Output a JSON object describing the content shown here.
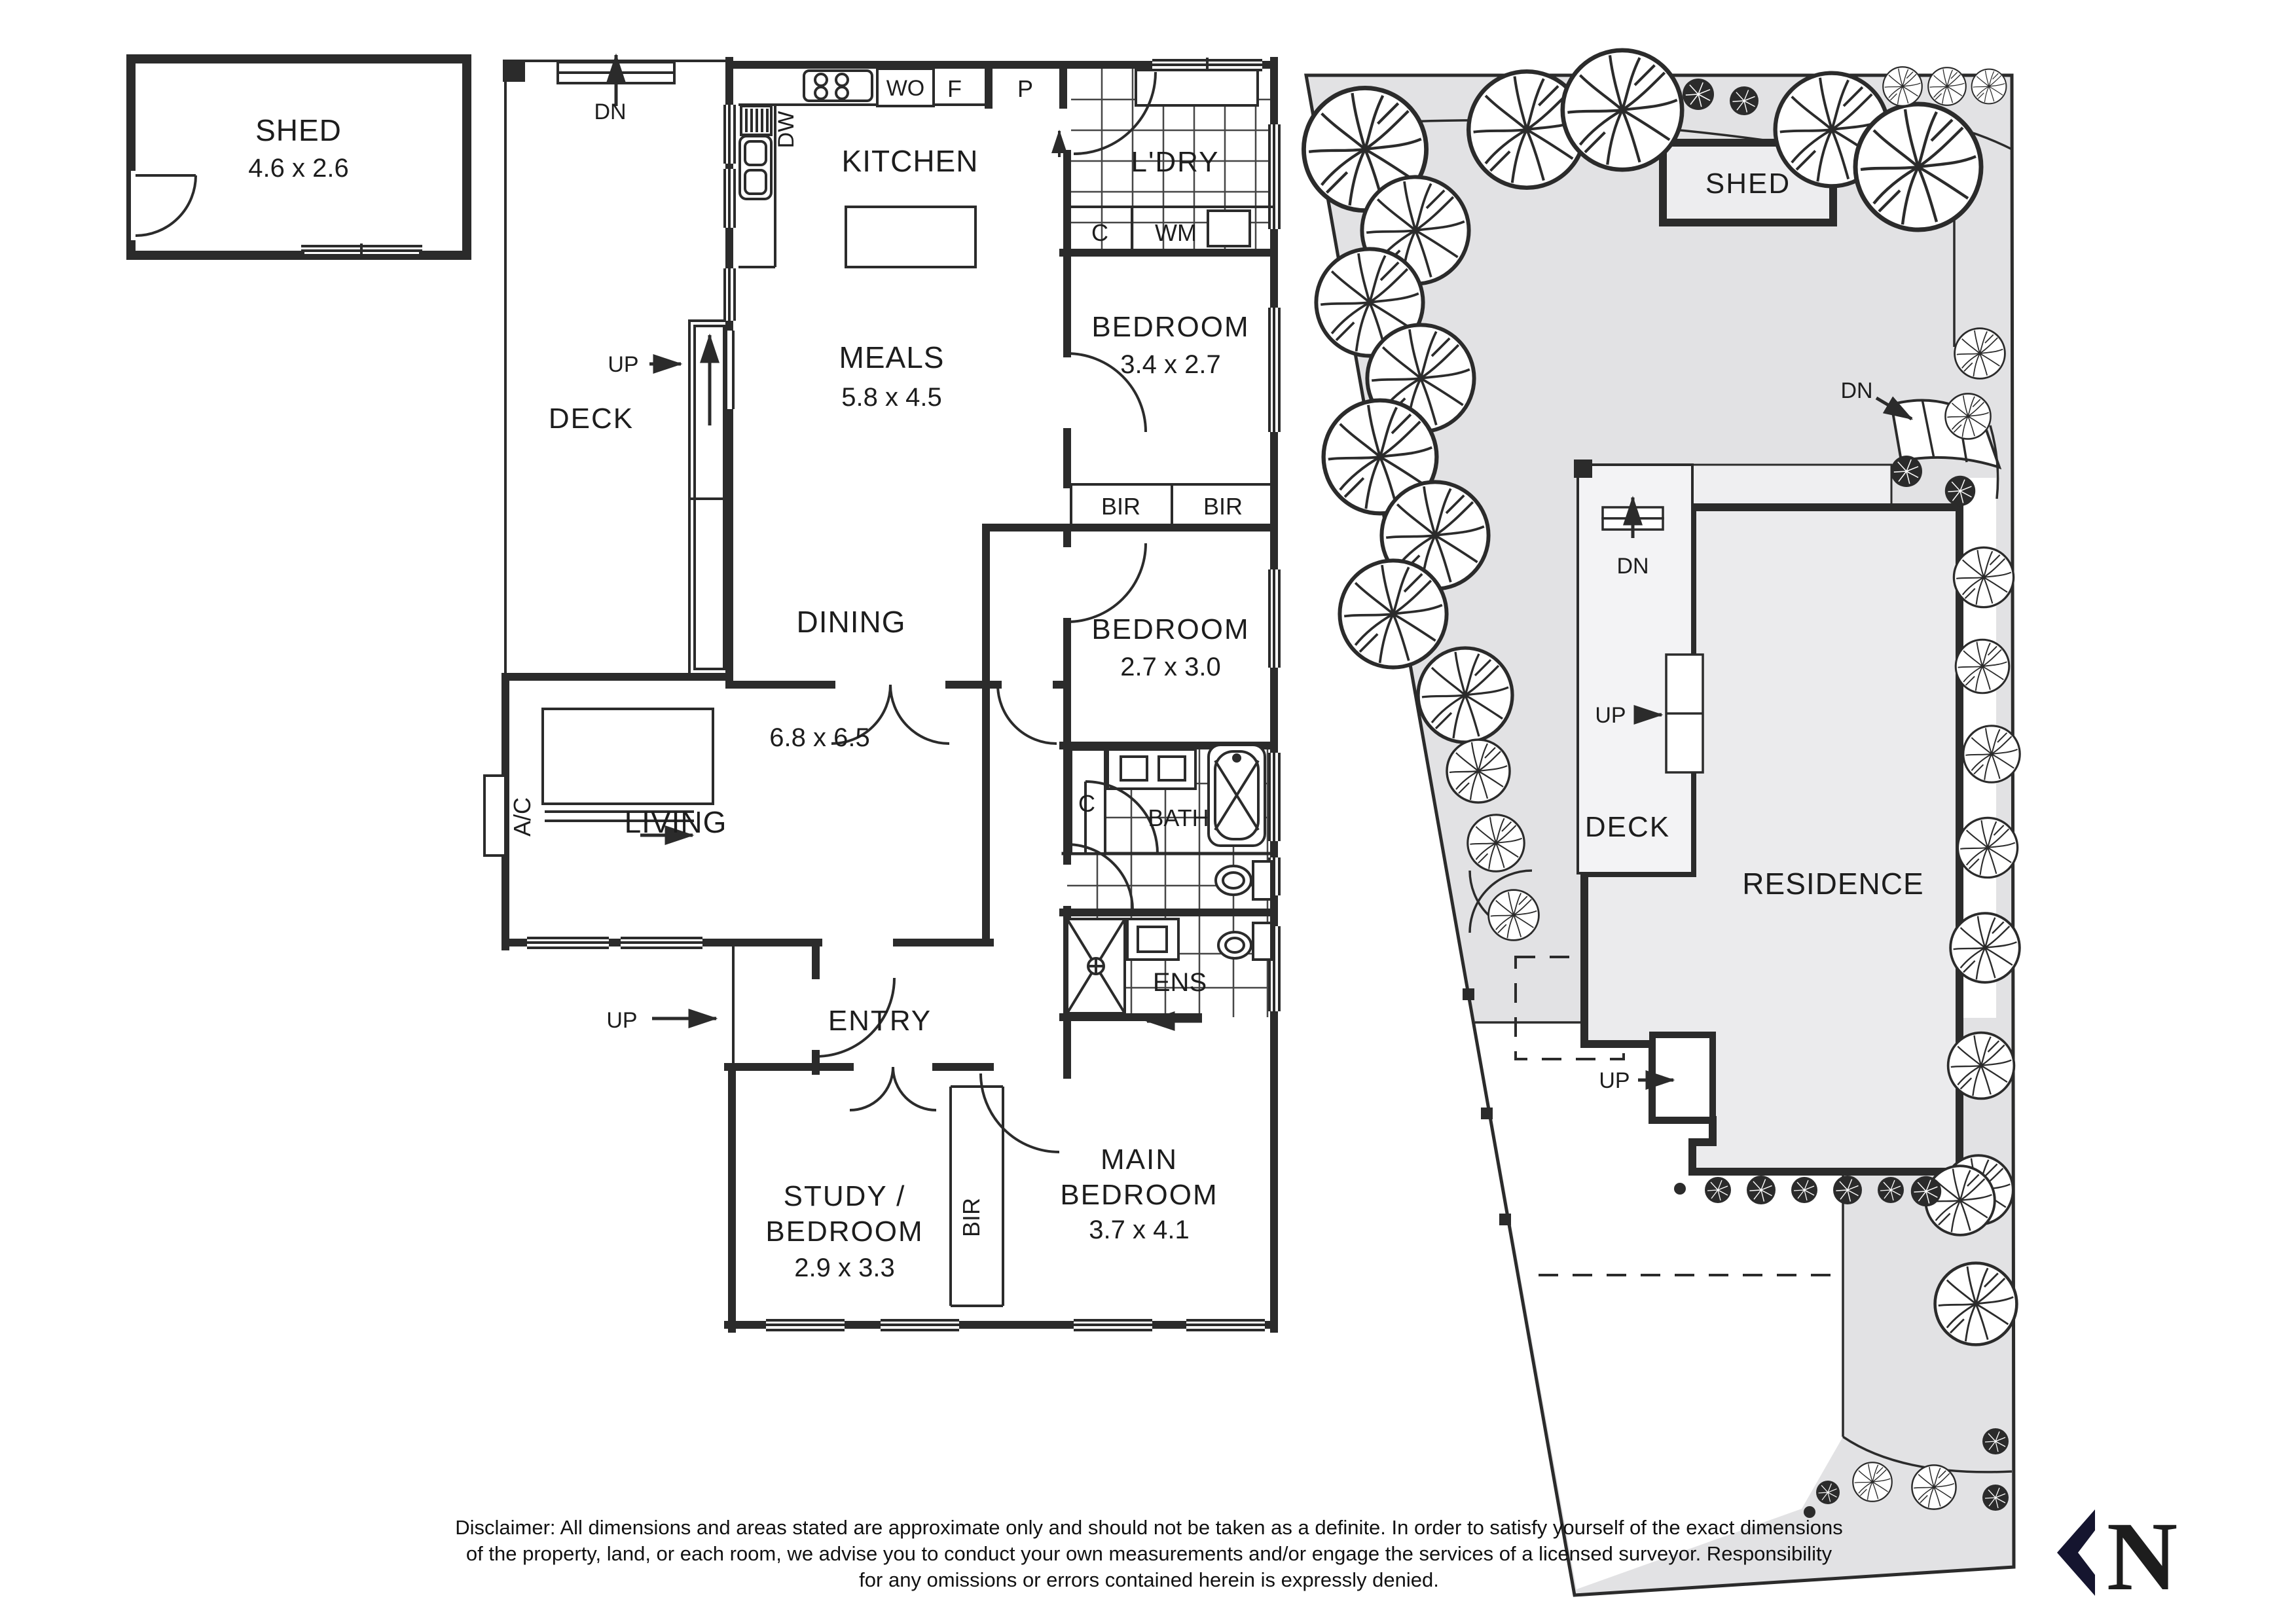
{
  "floor_plan": {
    "shed": {
      "label": "SHED",
      "dims": "4.6 x 2.6"
    },
    "labels": {
      "dn_deck": "DN",
      "kitchen": "KITCHEN",
      "wall_oven": "WO",
      "fridge": "F",
      "pantry": "P",
      "dishwasher": "DW",
      "laundry": "L'DRY",
      "cupboard": "C",
      "washing_machine": "WM",
      "bedroom2": "BEDROOM",
      "bedroom2_dims": "3.4 x 2.7",
      "up_deck": "UP",
      "deck": "DECK",
      "meals": "MEALS",
      "meals_dims": "5.8 x 4.5",
      "bir_left": "BIR",
      "bir_right": "BIR",
      "bedroom3": "BEDROOM",
      "bedroom3_dims": "2.7 x 3.0",
      "dining": "DINING",
      "living_dims": "6.8 x 6.5",
      "ac": "A/C",
      "living": "LIVING",
      "linen": "C",
      "bath": "BATH",
      "entry": "ENTRY",
      "up_entry": "UP",
      "ens": "ENS",
      "study_line1": "STUDY /",
      "study_line2": "BEDROOM",
      "study_dims": "2.9 x 3.3",
      "bir_study": "BIR",
      "main_line1": "MAIN",
      "main_line2": "BEDROOM",
      "main_dims": "3.7 x 4.1"
    }
  },
  "site_plan": {
    "labels": {
      "shed": "SHED",
      "dn_steps": "DN",
      "dn_deck": "DN",
      "up_deck": "UP",
      "deck": "DECK",
      "residence": "RESIDENCE",
      "up_porch": "UP"
    }
  },
  "compass": {
    "north": "N"
  },
  "disclaimer": {
    "line1": "Disclaimer: All dimensions and areas stated are approximate only and should not be taken as a definite. In order to satisfy yourself of the exact dimensions",
    "line2": "of the property, land, or each room, we advise you to conduct your own measurements and/or engage the services of a licensed surveyor. Responsibility",
    "line3": "for any omissions or errors contained herein is expressly denied."
  },
  "colors": {
    "line": "#2b2b2b",
    "yard": "#e2e2e4",
    "building": "#ebebed",
    "deck": "#f3f3f5",
    "compass": "#15152f"
  }
}
